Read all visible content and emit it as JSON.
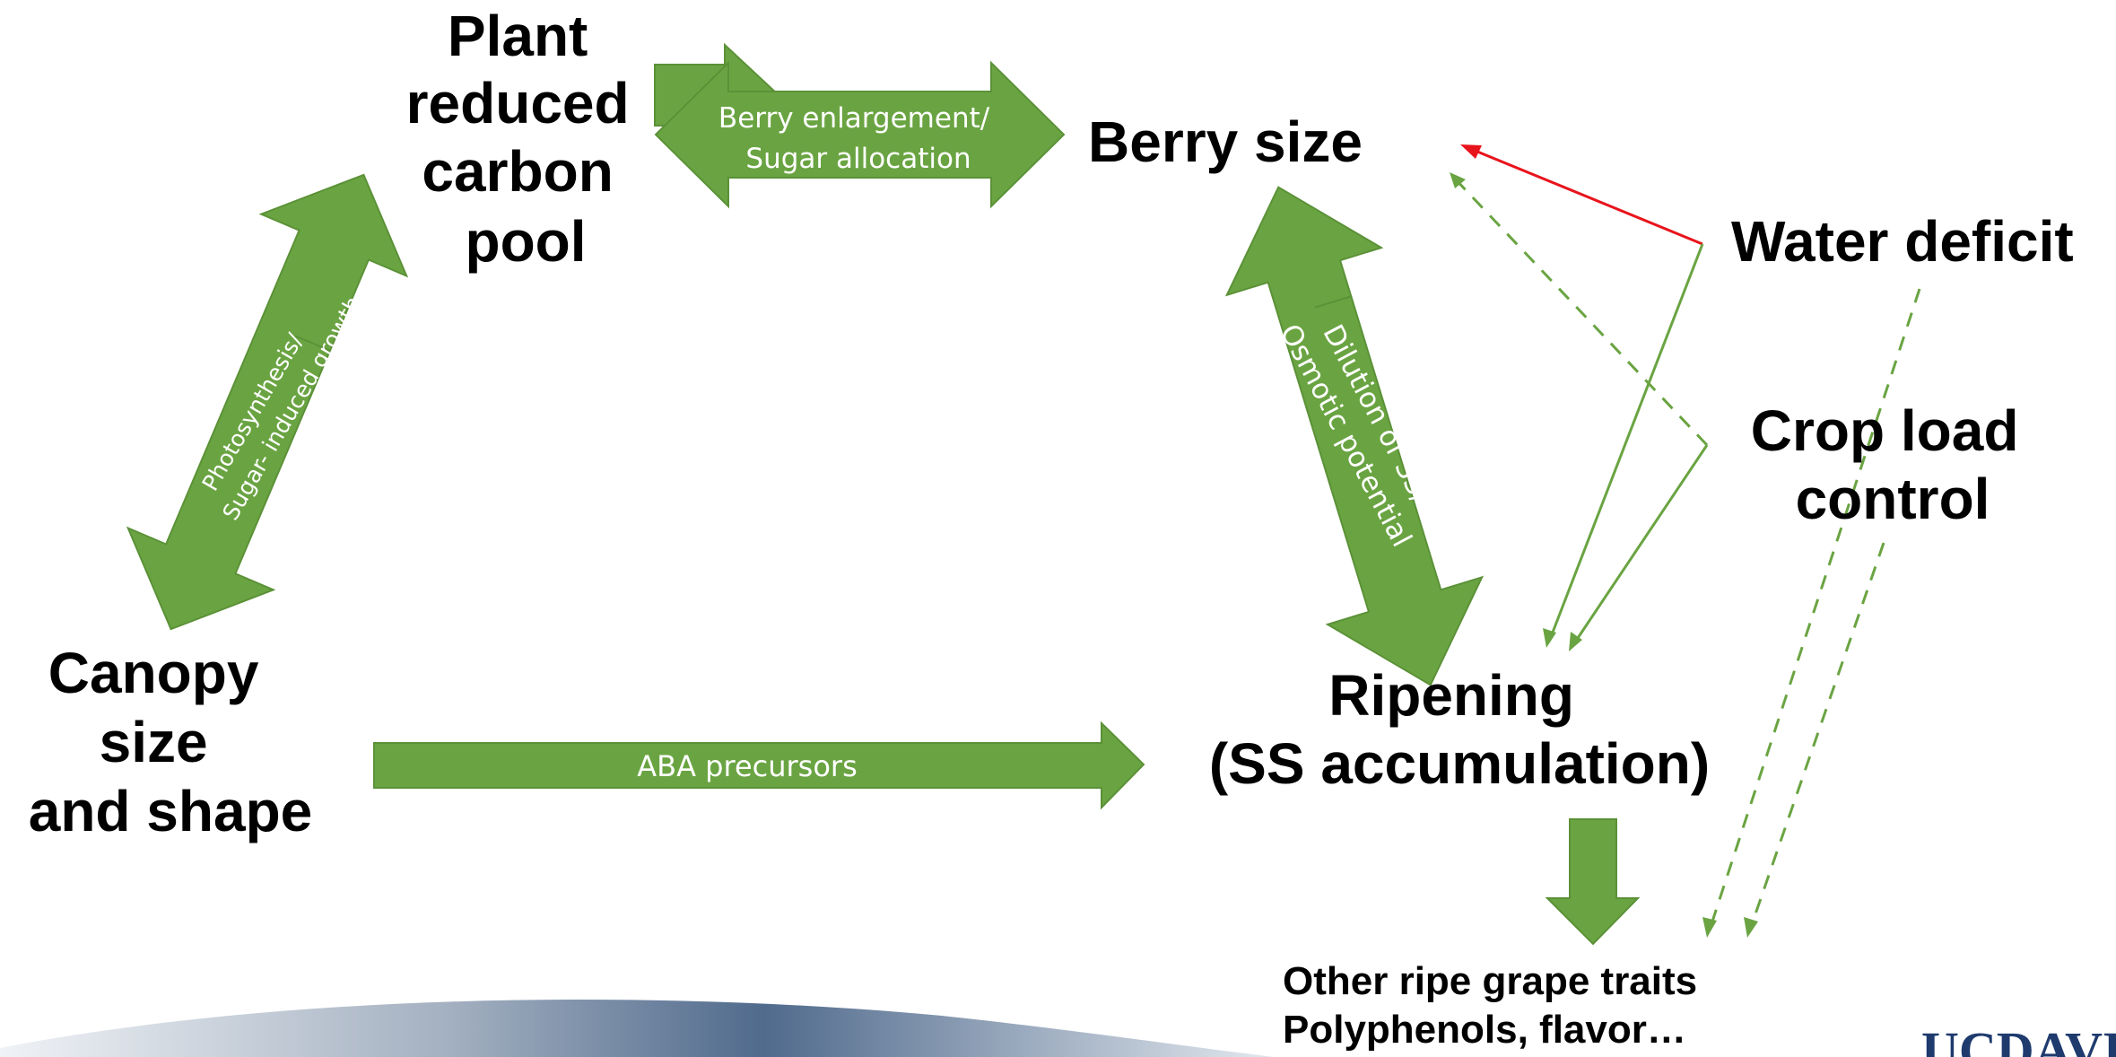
{
  "colors": {
    "arrow_fill": "#6aa442",
    "arrow_stroke": "#5b9137",
    "red_arrow": "#e8141c",
    "text": "#000000",
    "label_text": "#ffffff",
    "brand_navy": "#1f3b6e"
  },
  "nodes": {
    "plant_pool": {
      "lines": [
        "Plant",
        "reduced",
        "carbon",
        "pool"
      ]
    },
    "berry_size": {
      "lines": [
        "Berry size"
      ]
    },
    "water_deficit": {
      "lines": [
        "Water deficit"
      ]
    },
    "crop_load": {
      "lines": [
        "Crop load",
        "control"
      ]
    },
    "canopy": {
      "lines": [
        "Canopy",
        "size",
        "and shape"
      ]
    },
    "ripening": {
      "lines": [
        "Ripening",
        "(SS accumulation)"
      ]
    },
    "ripe_traits": {
      "lines": [
        "Other ripe grape traits",
        "Polyphenols, flavor…"
      ]
    }
  },
  "arrows": {
    "berry_enlargement": {
      "lines": [
        "Berry enlargement/",
        "Sugar allocation"
      ]
    },
    "photosynthesis": {
      "lines": [
        "Photosynthesis/",
        "Sugar- induced growth"
      ]
    },
    "dilution": {
      "lines": [
        "Dilution of SS/",
        "Osmotic potential"
      ]
    },
    "aba": {
      "lines": [
        "ABA precursors"
      ]
    }
  },
  "logo": {
    "text": "UCDAVIS"
  }
}
